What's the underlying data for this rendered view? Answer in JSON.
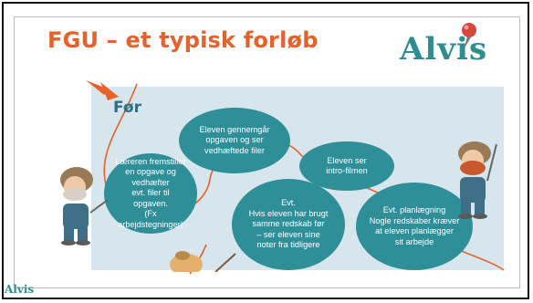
{
  "slide": {
    "title": "FGU – et typisk forløb",
    "logo_text": "Alvis",
    "panel_label": "Før",
    "footer_logo_text": "Alvis"
  },
  "bubbles": {
    "b1": "Eleven gennemgår\nopgaven og ser\nvedhæftede filer",
    "b2": "Læreren fremstiller\nen opgave og vedhæfter\nevt. filer til opgaven.\n(Fx arbejdstegninger)",
    "b3": "Eleven ser\nintro-filmen",
    "b4": "Evt.\nHvis eleven har brugt\nsamme redskab før\n– ser eleven sine\nnoter fra tidligere",
    "b5": "Evt. planlægning\nNogle redskaber kræver\nat eleven planlægger\nsit arbejde"
  },
  "colors": {
    "accent_orange": "#e8602a",
    "teal": "#2e8f98",
    "panel_bg": "#d7e6ec",
    "pin_red": "#d8453a"
  },
  "icons": {
    "pin": "map-pin-icon",
    "arrow": "red-arrow-icon",
    "characters": "cartoon-character-illustration"
  }
}
